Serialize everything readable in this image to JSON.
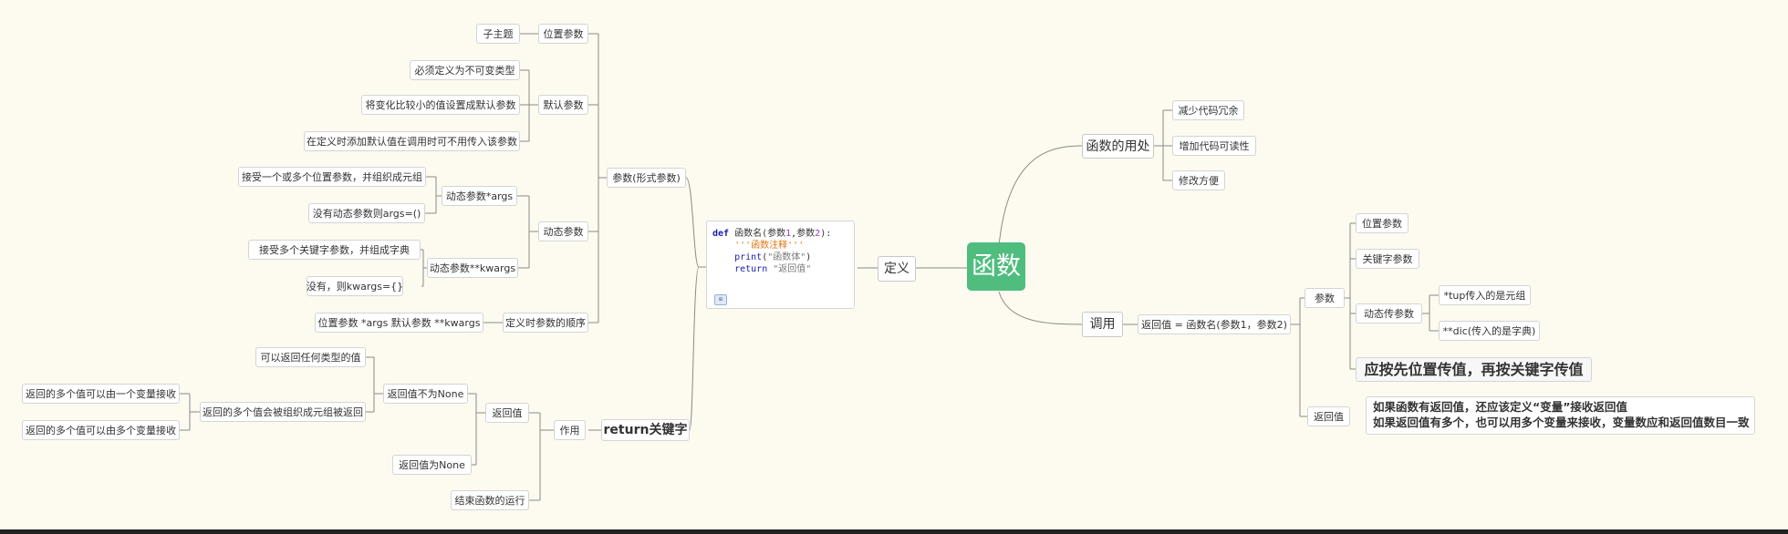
{
  "root": "函数",
  "right": {
    "usage": {
      "label": "函数的用处",
      "items": [
        "减少代码冗余",
        "增加代码可读性",
        "修改方便"
      ]
    },
    "call": {
      "label": "调用",
      "expr": "返回值 = 函数名(参数1，参数2)",
      "params": {
        "label": "参数",
        "positional": "位置参数",
        "keyword": "关键字参数",
        "dynamic": {
          "label": "动态传参数",
          "tup": "*tup传入的是元组",
          "dic": "**dic(传入的是字典)"
        },
        "rule": "应按先位置传值，再按关键字传值"
      },
      "ret": {
        "label": "返回值",
        "note1": "如果函数有返回值，还应该定义“变量”接收返回值",
        "note2": "如果返回值有多个，也可以用多个变量来接收，变量数应和返回值数目一致"
      }
    }
  },
  "left": {
    "define": {
      "label": "定义",
      "code": {
        "kw_def": "def",
        "sig_a": " 函数名(参数",
        "num1": "1",
        "sig_b": ",参数",
        "num2": "2",
        "sig_c": "):",
        "docstring": "'''函数注释'''",
        "print_fn": "print",
        "print_open": "(",
        "print_str": "\"函数体\"",
        "print_close": ")",
        "kw_return": "return",
        "return_str": " \"返回值\"",
        "icon": "code-icon"
      }
    },
    "params": {
      "label": "参数(形式参数)",
      "positional": {
        "label": "位置参数",
        "sub": "子主题"
      },
      "default": {
        "label": "默认参数",
        "items": [
          "必须定义为不可变类型",
          "将变化比较小的值设置成默认参数",
          "在定义时添加默认值在调用时可不用传入该参数"
        ]
      },
      "dynamic": {
        "label": "动态参数",
        "args": {
          "label": "动态参数*args",
          "items": [
            "接受一个或多个位置参数，并组织成元组",
            "没有动态参数则args=()"
          ]
        },
        "kwargs": {
          "label": "动态参数**kwargs",
          "items": [
            "接受多个关键字参数，并组成字典",
            "没有，则kwargs={}"
          ]
        }
      },
      "order": {
        "label": "定义时参数的顺序",
        "value": "位置参数 *args 默认参数 **kwargs"
      }
    },
    "return_kw": {
      "label": "return关键字",
      "effect": {
        "label": "作用",
        "retval": {
          "label": "返回值",
          "not_none": {
            "label": "返回值不为None",
            "any_type": "可以返回任何类型的值",
            "multi": {
              "label": "返回的多个值会被组织成元组被返回",
              "one_var": "返回的多个值可以由一个变量接收",
              "multi_var": "返回的多个值可以由多个变量接收"
            }
          },
          "none": "返回值为None"
        },
        "end": "结束函数的运行"
      }
    }
  }
}
